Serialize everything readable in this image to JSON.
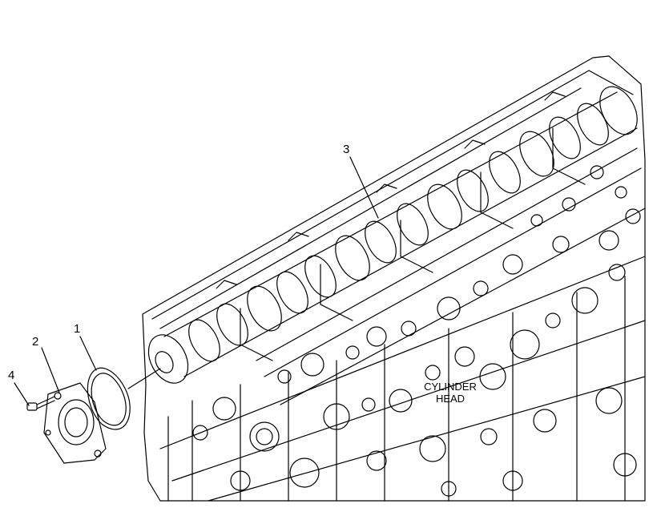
{
  "diagram": {
    "callouts": [
      {
        "id": "1",
        "label": "1"
      },
      {
        "id": "2",
        "label": "2"
      },
      {
        "id": "3",
        "label": "3"
      },
      {
        "id": "4",
        "label": "4"
      }
    ],
    "component_label": {
      "line1": "CYLINDER",
      "line2": "HEAD"
    }
  }
}
